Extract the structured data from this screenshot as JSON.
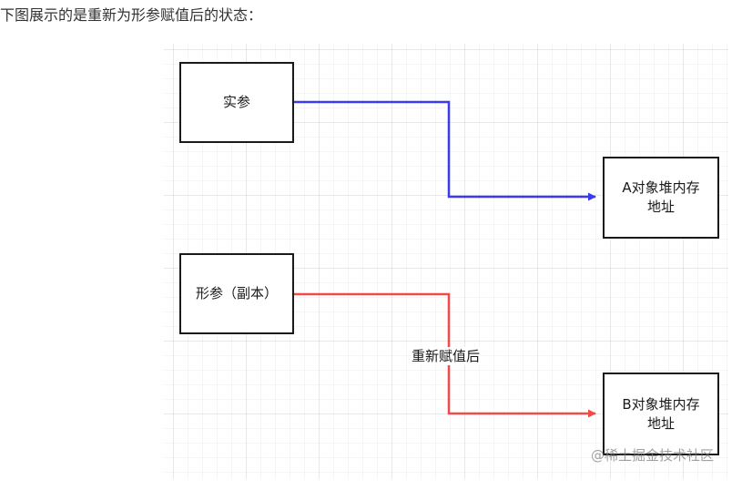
{
  "intro_text": "下图展示的是重新为形参赋值后的状态：",
  "diagram": {
    "nodes": {
      "actual_param": "实参",
      "formal_param": "形参（副本）",
      "object_a_line1": "A对象堆内存",
      "object_a_line2": "地址",
      "object_b_line1": "B对象堆内存",
      "object_b_line2": "地址"
    },
    "edge_label": "重新赋值后",
    "colors": {
      "blue_arrow": "#3a3af0",
      "red_arrow": "#f04a4a",
      "box_border": "#1a1a1a"
    }
  },
  "watermark": "@稀土掘金技术社区"
}
